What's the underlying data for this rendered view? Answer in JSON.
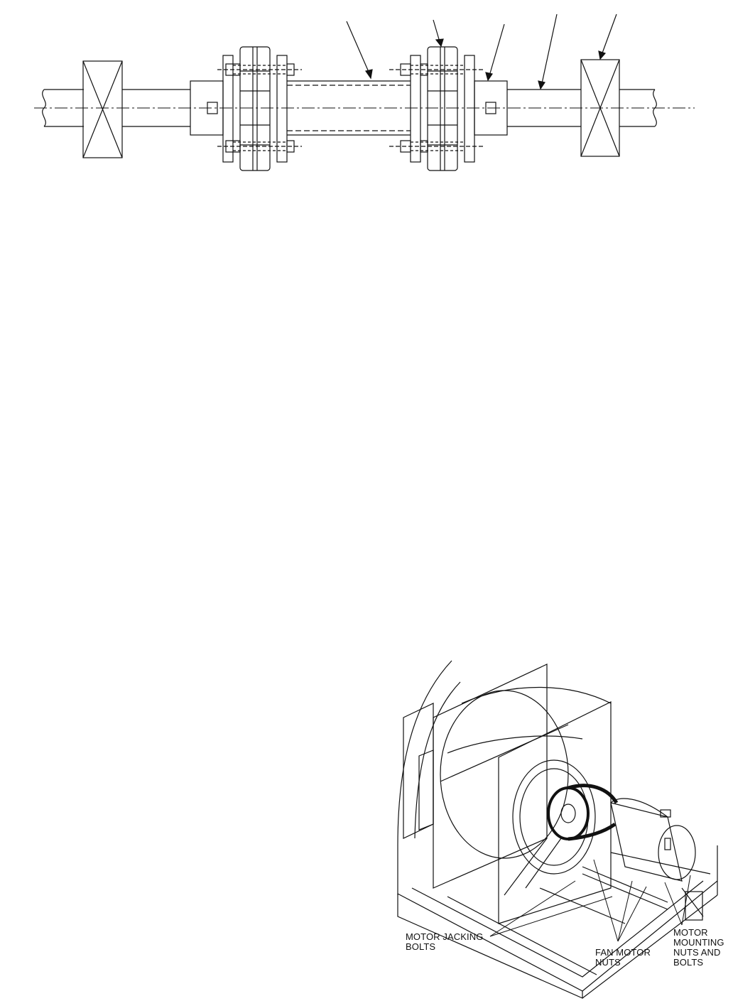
{
  "coupling_figure": {
    "label_count_note": ""
  },
  "fan_figure": {
    "callouts": {
      "motor_jacking_bolts": "MOTOR JACKING\nBOLTS",
      "fan_motor_nuts": "FAN MOTOR\nNUTS",
      "motor_mounting_nuts_and_bolts": "MOTOR\nMOUNTING\nNUTS AND\nBOLTS"
    }
  }
}
